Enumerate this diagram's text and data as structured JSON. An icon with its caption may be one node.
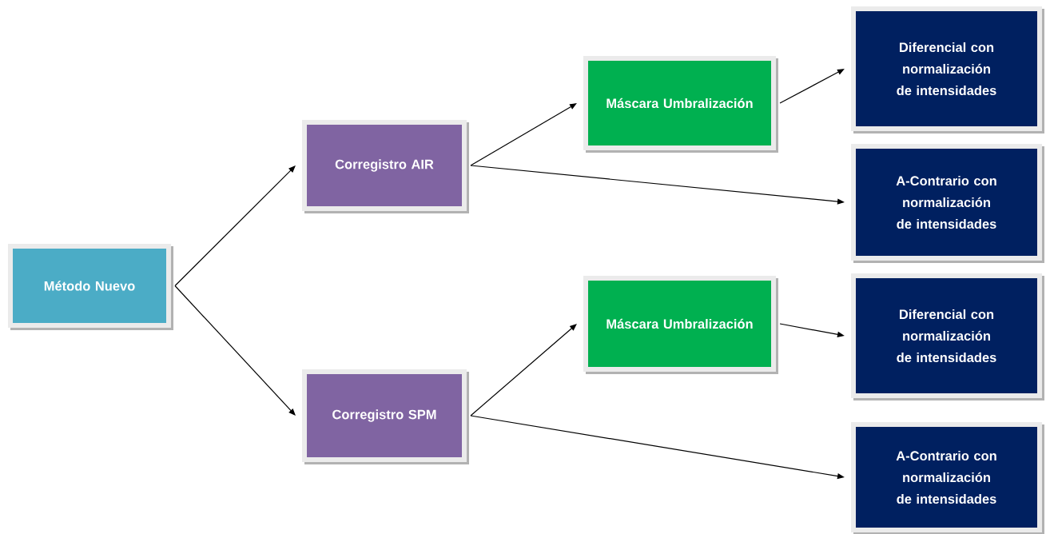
{
  "diagram": {
    "nodes": [
      {
        "text": [
          "Método Nuevo"
        ]
      },
      {
        "text": [
          "Corregistro AIR"
        ]
      },
      {
        "text": [
          "Corregistro SPM"
        ]
      },
      {
        "text": [
          "Máscara Umbralización"
        ]
      },
      {
        "text": [
          "Diferencial con normalización de intensidades"
        ]
      },
      {
        "text": [
          "A-Contrario con normalización de intensidades"
        ]
      },
      {
        "text": [
          "Máscara Umbralización"
        ]
      },
      {
        "text": [
          "Diferencial con normalización de intensidades"
        ]
      },
      {
        "text": [
          "A-Contrario con normalización de intensidades"
        ]
      }
    ],
    "edges": [
      {
        "from": 0,
        "to": 1,
        "arrow": "to"
      },
      {
        "from": 0,
        "to": 2,
        "arrow": "to"
      },
      {
        "from": 1,
        "to": 3,
        "arrow": "to"
      },
      {
        "from": 1,
        "to": 5,
        "arrow": "to"
      },
      {
        "from": 3,
        "to": 4,
        "arrow": "to"
      },
      {
        "from": 2,
        "to": 6,
        "arrow": "to"
      },
      {
        "from": 2,
        "to": 8,
        "arrow": "to"
      },
      {
        "from": 6,
        "to": 7,
        "arrow": "to"
      }
    ]
  }
}
